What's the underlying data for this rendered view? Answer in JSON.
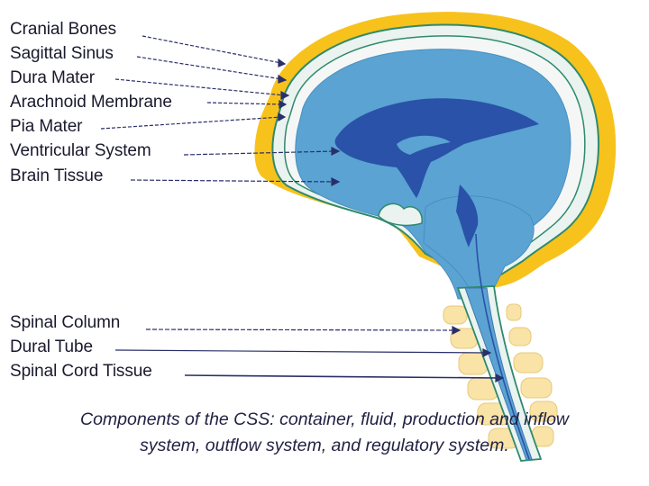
{
  "labels": {
    "cranial_bones": "Cranial Bones",
    "sagittal_sinus": "Sagittal Sinus",
    "dura_mater": "Dura Mater",
    "arachnoid_membrane": "Arachnoid Membrane",
    "pia_mater": "Pia Mater",
    "ventricular_system": "Ventricular System",
    "brain_tissue": "Brain Tissue",
    "spinal_column": "Spinal Column",
    "dural_tube": "Dural Tube",
    "spinal_cord_tissue": "Spinal Cord Tissue"
  },
  "caption": {
    "line1": "Components of the CSS: container, fluid, production and inflow",
    "line2": "system, outflow system, and regulatory system."
  },
  "colors": {
    "bone": "#f7c21c",
    "brain": "#5aa3d3",
    "ventricle": "#2a52a8",
    "membrane": "#2f8a6d",
    "vertebra": "#f9e3a6",
    "leader": "#2a2f6a",
    "caption": "#222244"
  }
}
